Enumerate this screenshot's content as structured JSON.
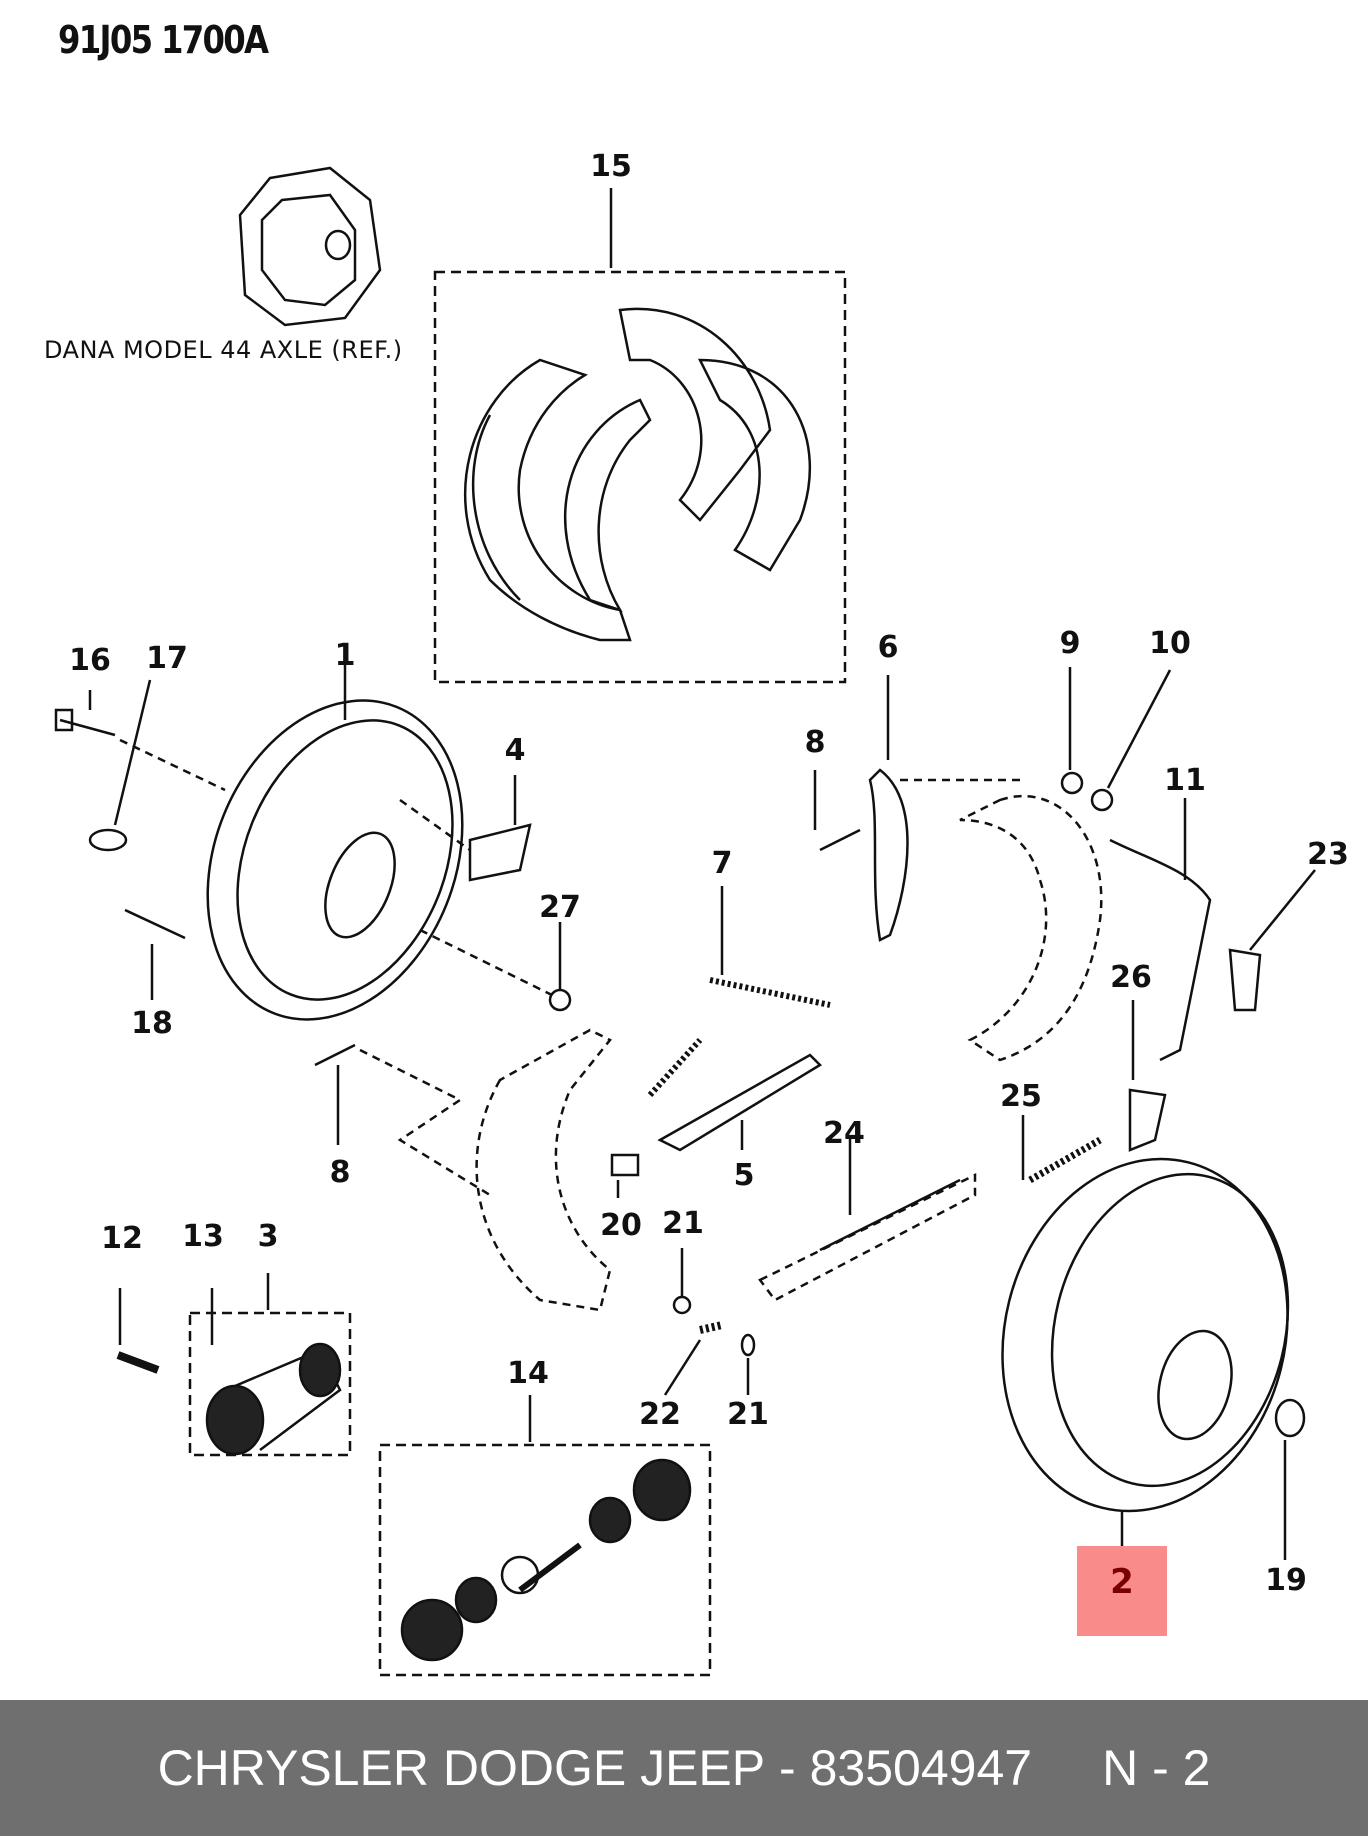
{
  "diagram": {
    "reference_code": "91J05 1700A",
    "reference_caption": "DANA MODEL 44 AXLE (REF.)",
    "callouts": [
      "15",
      "16",
      "17",
      "1",
      "4",
      "6",
      "9",
      "10",
      "8",
      "11",
      "23",
      "7",
      "27",
      "18",
      "26",
      "25",
      "24",
      "8",
      "5",
      "20",
      "21",
      "12",
      "13",
      "3",
      "14",
      "22",
      "21",
      "2",
      "19"
    ],
    "highlighted_callout": "2"
  },
  "footer": {
    "brand": "CHRYSLER DODGE JEEP",
    "dash": "-",
    "part_number": "83504947",
    "position": "N - 2"
  }
}
